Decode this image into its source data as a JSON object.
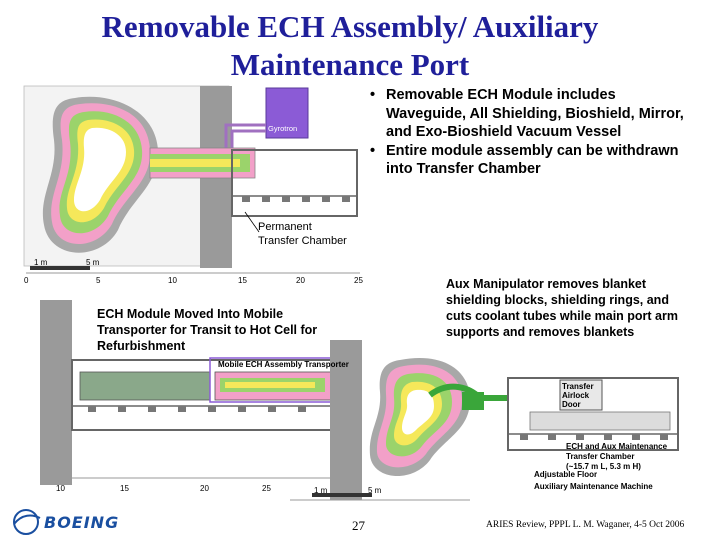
{
  "slide": {
    "title_line1": "Removable ECH Assembly/ Auxiliary",
    "title_line2": "Maintenance Port",
    "bullets": [
      "Removable ECH Module includes Waveguide, All Shielding, Bioshield, Mirror, and Exo-Bioshield Vacuum Vessel",
      "Entire module assembly can be withdrawn into Transfer Chamber"
    ],
    "labels": {
      "gyrotron": "Gyrotron",
      "permanent_transfer_chamber_line1": "Permanent",
      "permanent_transfer_chamber_line2": "Transfer Chamber",
      "ech_module_moved": "ECH Module Moved Into Mobile Transporter for Transit to Hot Cell for Refurbishment",
      "aux_manipulator": "Aux Manipulator removes blanket shielding blocks, shielding rings, and cuts coolant tubes while main port arm supports and removes blankets",
      "mobile_transporter": "Mobile ECH Assembly Transporter",
      "transfer_airlock_door": "Transfer Airlock Door",
      "transfer_chamber_line1": "ECH and Aux Maintenance",
      "transfer_chamber_line2": "Transfer Chamber",
      "transfer_chamber_line3": "(~15.7 m L, 5.3 m H)",
      "adjustable_floor": "Adjustable Floor",
      "aux_machine": "Auxiliary Maintenance Machine"
    },
    "scale": {
      "top_left": "1 m",
      "top_right": "5 m",
      "top_ticks": [
        "0",
        "5",
        "10",
        "15",
        "20",
        "25"
      ],
      "bottom_left": "1 m",
      "bottom_right": "5 m",
      "bottom_ticks": [
        "10",
        "15",
        "20",
        "25"
      ]
    },
    "footer": {
      "logo": "BOEING",
      "page_number": "27",
      "citation": "ARIES Review, PPPL  L. M. Waganer, 4-5 Oct 2006"
    },
    "colors": {
      "title": "#1f1f9a",
      "gyrotron": "#8b5bd6",
      "waveguide": "#a070c0",
      "shield_pink": "#f2a0c8",
      "shield_green": "#9bd36b",
      "shield_yellow": "#f5e85a",
      "bioshield_gray": "#a9a9a9",
      "manipulator_green": "#3aa63a",
      "boeing_blue": "#1a4fa0"
    }
  }
}
